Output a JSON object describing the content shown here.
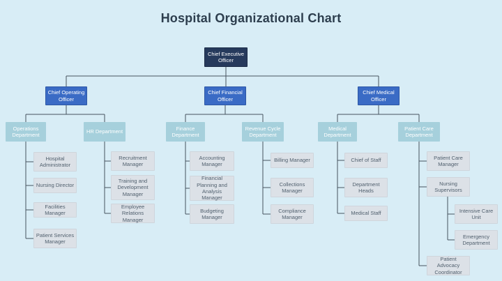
{
  "title": "Hospital Organizational Chart",
  "colors": {
    "background": "#d8edf6",
    "executive_box": "#263a5c",
    "officer_box": "#3a6bc5",
    "department_box": "#a6d0dc",
    "role_box": "#dce1e7",
    "connector": "#46525e",
    "title_text": "#2d3e4e"
  },
  "org": {
    "executive": {
      "label": "Chief Executive Officer"
    },
    "branches": [
      {
        "officer": {
          "label": "Chief Operating Officer"
        },
        "departments": [
          {
            "label": "Operations Department",
            "roles": [
              {
                "label": "Hospital Administrator"
              },
              {
                "label": "Nursing Director"
              },
              {
                "label": "Facilities Manager"
              },
              {
                "label": "Patient Services Manager"
              }
            ]
          },
          {
            "label": "HR Department",
            "roles": [
              {
                "label": "Recruitment Manager"
              },
              {
                "label": "Training and Development Manager"
              },
              {
                "label": "Employee Relations Manager"
              }
            ]
          }
        ]
      },
      {
        "officer": {
          "label": "Chief Financial Officer"
        },
        "departments": [
          {
            "label": "Finance Department",
            "roles": [
              {
                "label": "Accounting Manager"
              },
              {
                "label": "Financial Planning and Analysis Manager"
              },
              {
                "label": "Budgeting Manager"
              }
            ]
          },
          {
            "label": "Revenue Cycle Department",
            "roles": [
              {
                "label": "Billing Manager"
              },
              {
                "label": "Collections Manager"
              },
              {
                "label": "Compliance Manager"
              }
            ]
          }
        ]
      },
      {
        "officer": {
          "label": "Chief Medical Officer"
        },
        "departments": [
          {
            "label": "Medical Department",
            "roles": [
              {
                "label": "Chief of Staff"
              },
              {
                "label": "Department Heads"
              },
              {
                "label": "Medical Staff"
              }
            ]
          },
          {
            "label": "Patient Care Department",
            "roles": [
              {
                "label": "Patient Care Manager"
              },
              {
                "label": "Nursing Supervisors",
                "children": [
                  {
                    "label": "Intensive Care Unit"
                  },
                  {
                    "label": "Emergency Department"
                  }
                ]
              },
              {
                "label": "Patient Advocacy Coordinator"
              }
            ]
          }
        ]
      }
    ]
  }
}
